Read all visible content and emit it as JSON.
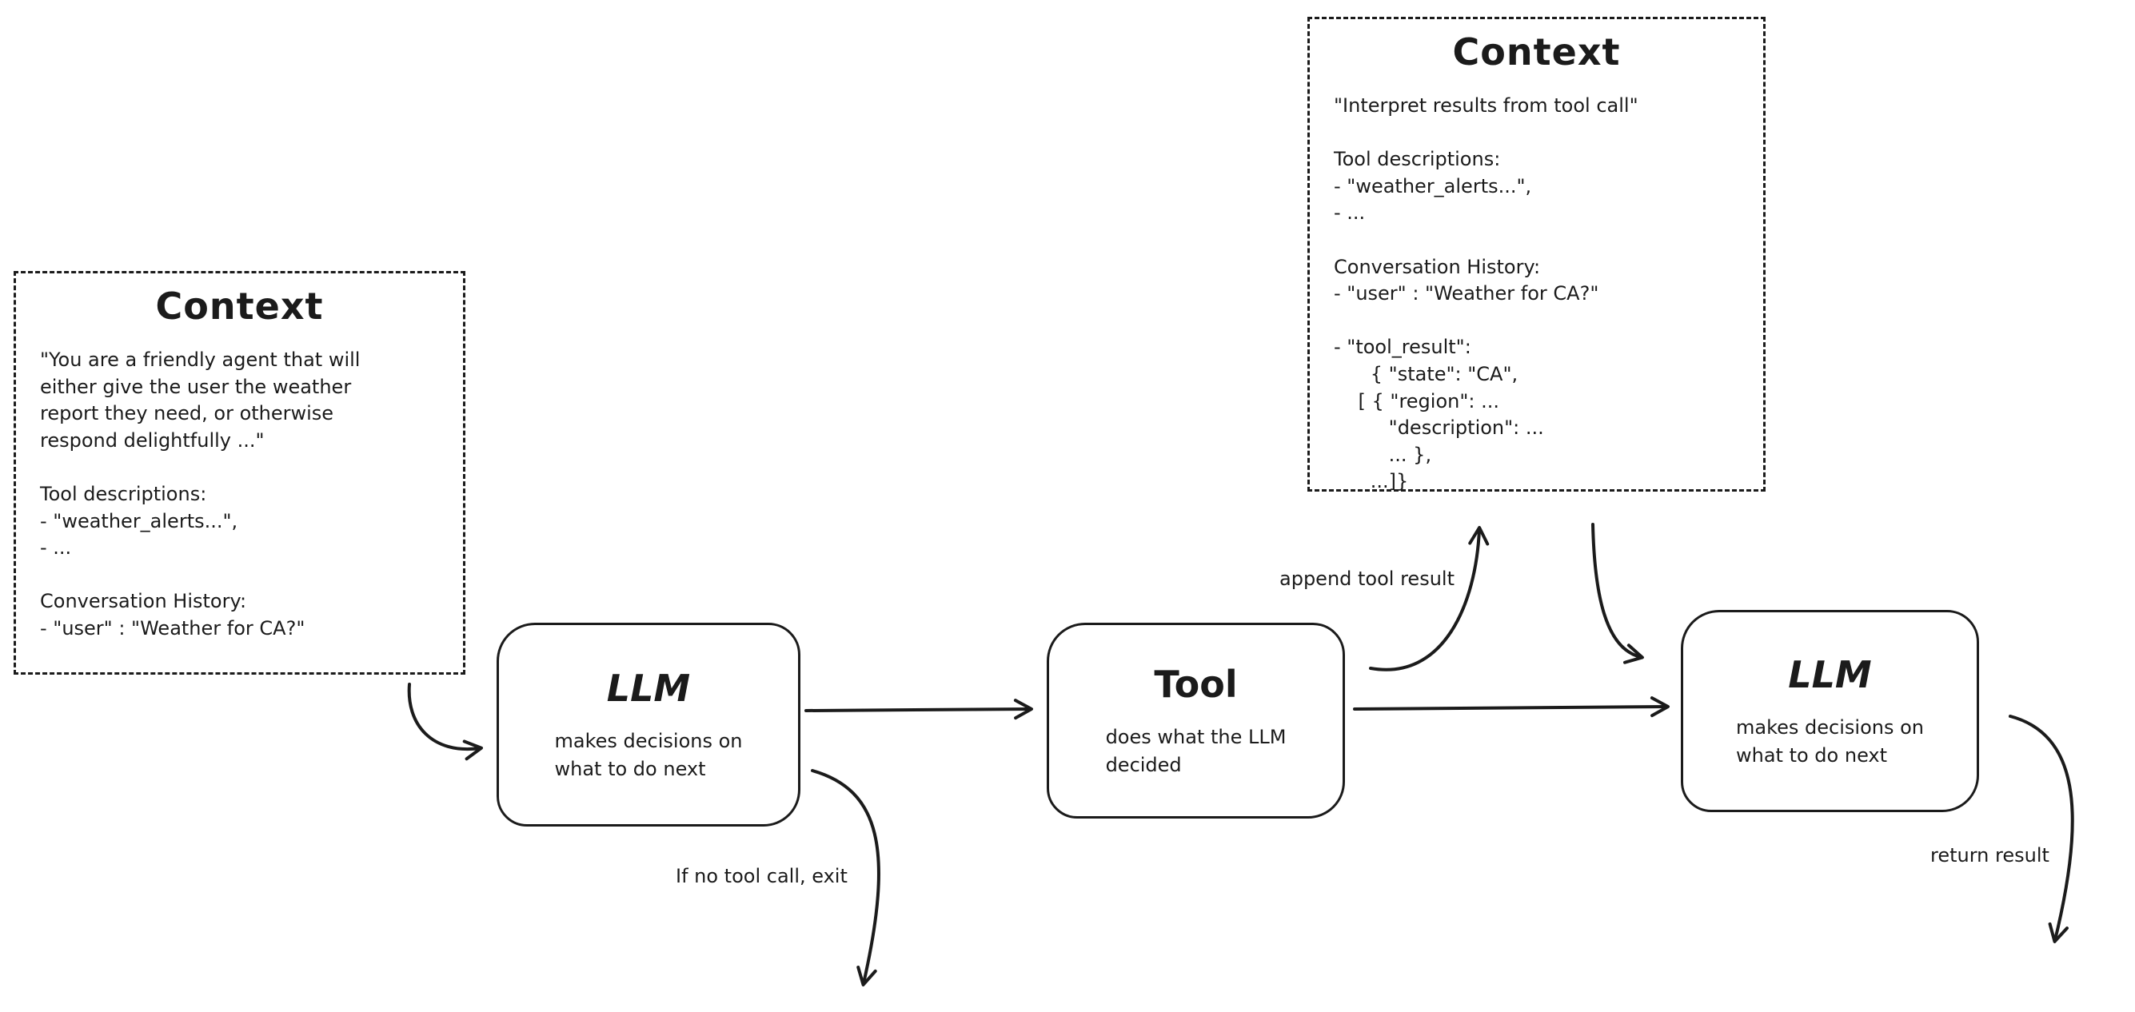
{
  "context_left": {
    "title": "Context",
    "lines": [
      "\"You are a friendly agent that will",
      "either give the user the weather",
      "report they need, or otherwise",
      "respond delightfully ...\"",
      "",
      "Tool descriptions:",
      "- \"weather_alerts...\",",
      "- ...",
      "",
      "Conversation History:",
      "- \"user\" : \"Weather for CA?\""
    ]
  },
  "context_top": {
    "title": "Context",
    "lines": [
      "\"Interpret results from tool call\"",
      "",
      "Tool descriptions:",
      "- \"weather_alerts...\",",
      "- ...",
      "",
      "Conversation History:",
      "- \"user\" : \"Weather for CA?\"",
      "",
      "- \"tool_result\":",
      "      { \"state\": \"CA\",",
      "    [ { \"region\": ...",
      "         \"description\": ...",
      "         ... },",
      "      ...]}"
    ]
  },
  "nodes": {
    "llm1": {
      "title": "LLM",
      "subtitle": [
        "makes decisions on",
        "what to do next"
      ]
    },
    "tool": {
      "title": "Tool",
      "subtitle": [
        "does what the LLM",
        "decided"
      ]
    },
    "llm2": {
      "title": "LLM",
      "subtitle": [
        "makes decisions on",
        "what to do next"
      ]
    }
  },
  "labels": {
    "append_tool_result": "append tool result",
    "no_tool_exit": "If no tool call, exit",
    "return_result": "return result"
  },
  "colors": {
    "stroke": "#1b1b1b",
    "background": "#ffffff"
  }
}
